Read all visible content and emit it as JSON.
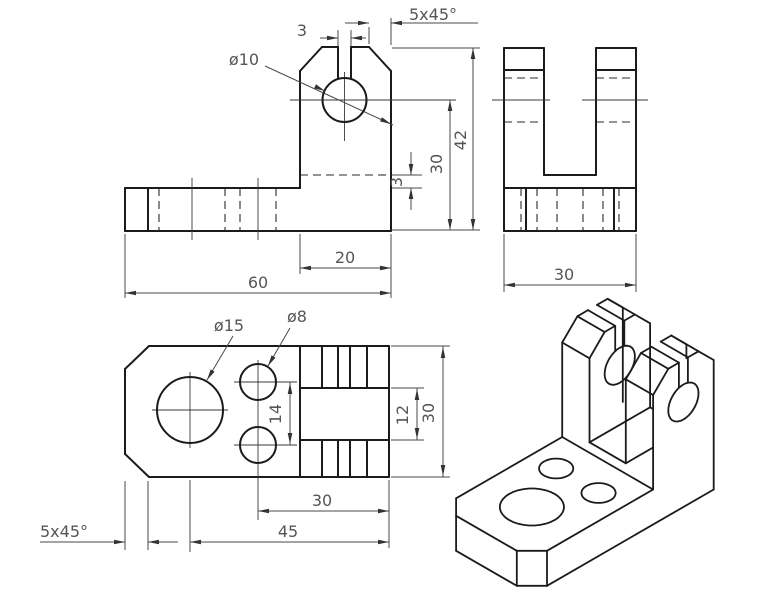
{
  "drawing_type": "orthographic engineering drawing",
  "labels": {
    "front": {
      "slit_width": "3",
      "top_chamfer": "5x45°",
      "hole_dia": "ø10",
      "total_height": "42",
      "hole_center_height": "30",
      "step_height": "3",
      "column_width": "20",
      "total_length": "60"
    },
    "side": {
      "depth": "30"
    },
    "top": {
      "large_hole_dia": "ø15",
      "small_hole_dia": "ø8",
      "small_hole_spacing": "14",
      "slot_width": "12",
      "plate_depth": "30",
      "slot_length": "30",
      "hole_to_end": "45",
      "corner_chamfer": "5x45°"
    }
  }
}
